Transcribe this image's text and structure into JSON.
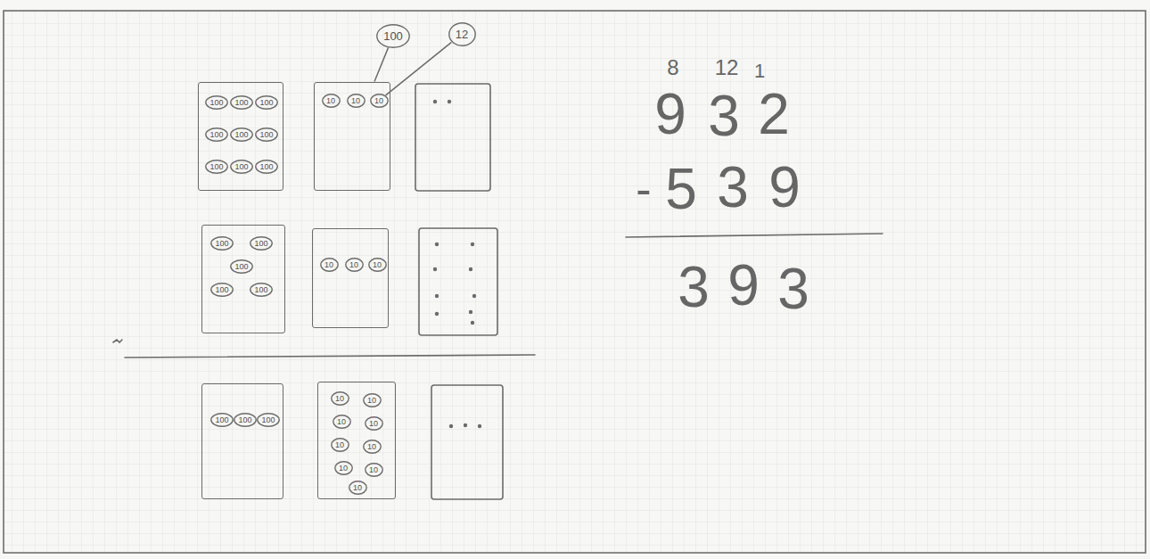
{
  "diagram": {
    "nodes": [
      {
        "text": [
          "100"
        ]
      },
      {
        "text": [
          "12"
        ]
      },
      {
        "text": []
      },
      {
        "text": [
          "100"
        ],
        "in": 2
      },
      {
        "text": [
          "100"
        ],
        "in": 2
      },
      {
        "text": [
          "100"
        ],
        "in": 2
      },
      {
        "text": [
          "100"
        ],
        "in": 2
      },
      {
        "text": [
          "100"
        ],
        "in": 2
      },
      {
        "text": [
          "100"
        ],
        "in": 2
      },
      {
        "text": [
          "100"
        ],
        "in": 2
      },
      {
        "text": [
          "100"
        ],
        "in": 2
      },
      {
        "text": [
          "100"
        ],
        "in": 2
      },
      {
        "text": []
      },
      {
        "text": [
          "10"
        ],
        "in": 12
      },
      {
        "text": [
          "10"
        ],
        "in": 12
      },
      {
        "text": [
          "10"
        ],
        "in": 12
      },
      {
        "text": []
      },
      {
        "text": [
          "100"
        ],
        "in": 16
      },
      {
        "text": [
          "100"
        ],
        "in": 16
      },
      {
        "text": [
          "100"
        ],
        "in": 16
      },
      {
        "text": [
          "100"
        ],
        "in": 16
      },
      {
        "text": [
          "100"
        ],
        "in": 16
      },
      {
        "text": []
      },
      {
        "text": [
          "10"
        ],
        "in": 22
      },
      {
        "text": [
          "10"
        ],
        "in": 22
      },
      {
        "text": [
          "10"
        ],
        "in": 22
      },
      {
        "text": []
      },
      {
        "text": [
          "100"
        ],
        "in": 26
      },
      {
        "text": [
          "100"
        ],
        "in": 26
      },
      {
        "text": [
          "100"
        ],
        "in": 26
      },
      {
        "text": []
      },
      {
        "text": [
          "10"
        ],
        "in": 30
      },
      {
        "text": [
          "10"
        ],
        "in": 30
      },
      {
        "text": [
          "10"
        ],
        "in": 30
      },
      {
        "text": [
          "10"
        ],
        "in": 30
      },
      {
        "text": [
          "10"
        ],
        "in": 30
      },
      {
        "text": [
          "10"
        ],
        "in": 30
      },
      {
        "text": [
          "10"
        ],
        "in": 30
      },
      {
        "text": [
          "10"
        ],
        "in": 30
      },
      {
        "text": [
          "10"
        ],
        "in": 30
      }
    ],
    "edges": [
      {
        "from": 0,
        "to": 12,
        "arrow": "none"
      },
      {
        "from": 1,
        "to": 15,
        "arrow": "none"
      }
    ],
    "labels": [
      "8",
      "12",
      "1",
      "9",
      "3",
      "2",
      "-",
      "5",
      "3",
      "9",
      "3",
      "9",
      "3"
    ]
  }
}
